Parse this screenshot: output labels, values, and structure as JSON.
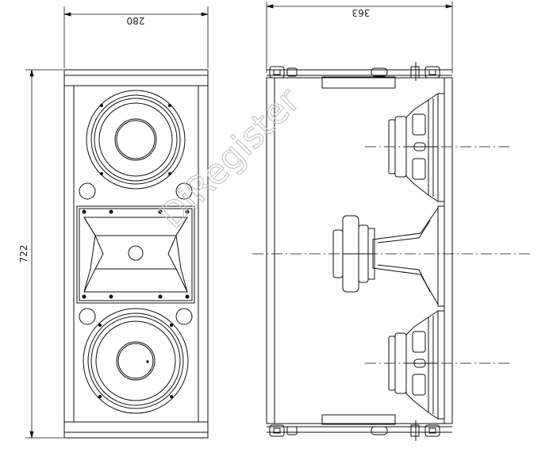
{
  "dimensions": {
    "front_width": "280",
    "front_height": "722",
    "side_depth": "363"
  },
  "watermark": "DiRegister",
  "colors": {
    "line": "#111111",
    "watermark": "#c8c8c8"
  }
}
